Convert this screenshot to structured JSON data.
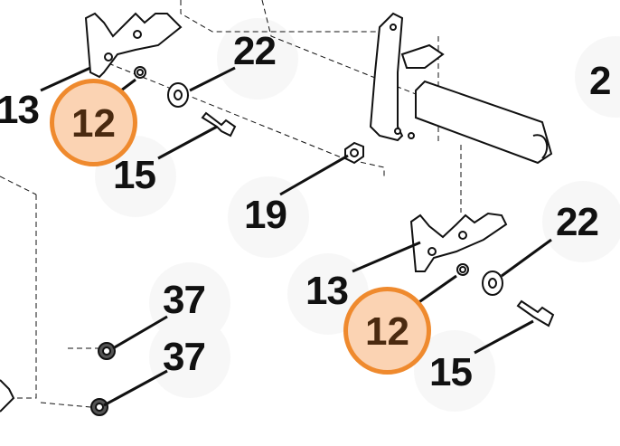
{
  "diagram": {
    "callouts": [
      {
        "id": "13a",
        "text": "13"
      },
      {
        "id": "12a",
        "text": "12",
        "highlighted": true
      },
      {
        "id": "22a",
        "text": "22"
      },
      {
        "id": "15a",
        "text": "15"
      },
      {
        "id": "19",
        "text": "19"
      },
      {
        "id": "13b",
        "text": "13"
      },
      {
        "id": "12b",
        "text": "12",
        "highlighted": true
      },
      {
        "id": "22b",
        "text": "22"
      },
      {
        "id": "15b",
        "text": "15"
      },
      {
        "id": "37a",
        "text": "37"
      },
      {
        "id": "37b",
        "text": "37"
      },
      {
        "id": "edge",
        "text": "2"
      }
    ],
    "colors": {
      "highlight_fill": "#fbd3b3",
      "highlight_ring": "#ef8a2e",
      "highlight_text": "#4a2a10",
      "ink": "#111111"
    }
  }
}
